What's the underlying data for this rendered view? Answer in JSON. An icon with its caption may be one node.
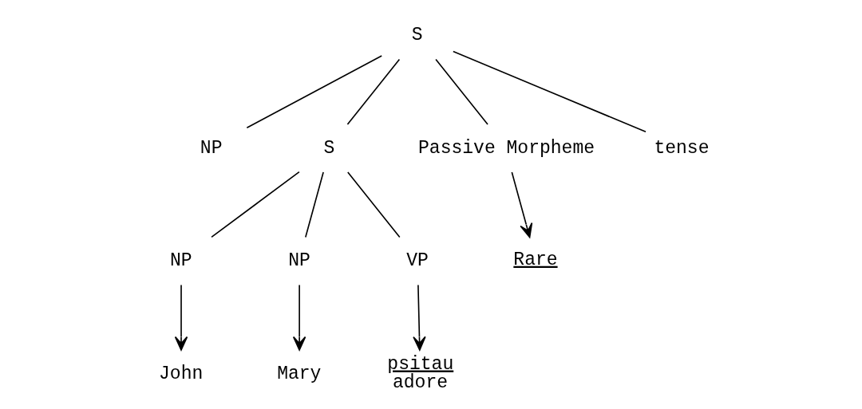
{
  "diagram": {
    "nodes": [
      {
        "text": [
          "S"
        ]
      },
      {
        "text": [
          "NP"
        ]
      },
      {
        "text": [
          "S"
        ]
      },
      {
        "text": [
          "Passive Morpheme"
        ]
      },
      {
        "text": [
          "tense"
        ]
      },
      {
        "text": [
          "NP"
        ]
      },
      {
        "text": [
          "NP"
        ]
      },
      {
        "text": [
          "VP"
        ]
      },
      {
        "text": [
          "Rare"
        ]
      },
      {
        "text": [
          "John"
        ]
      },
      {
        "text": [
          "Mary"
        ]
      },
      {
        "text": [
          "psitau",
          "adore"
        ]
      }
    ],
    "edges": [
      {
        "from": 0,
        "to": 1,
        "arrow": "none"
      },
      {
        "from": 0,
        "to": 2,
        "arrow": "none"
      },
      {
        "from": 0,
        "to": 3,
        "arrow": "none"
      },
      {
        "from": 0,
        "to": 4,
        "arrow": "none"
      },
      {
        "from": 2,
        "to": 5,
        "arrow": "none"
      },
      {
        "from": 2,
        "to": 6,
        "arrow": "none"
      },
      {
        "from": 2,
        "to": 7,
        "arrow": "none"
      },
      {
        "from": 3,
        "to": 8,
        "arrow": "to"
      },
      {
        "from": 5,
        "to": 9,
        "arrow": "to"
      },
      {
        "from": 6,
        "to": 10,
        "arrow": "to"
      },
      {
        "from": 7,
        "to": 11,
        "arrow": "to"
      }
    ]
  }
}
